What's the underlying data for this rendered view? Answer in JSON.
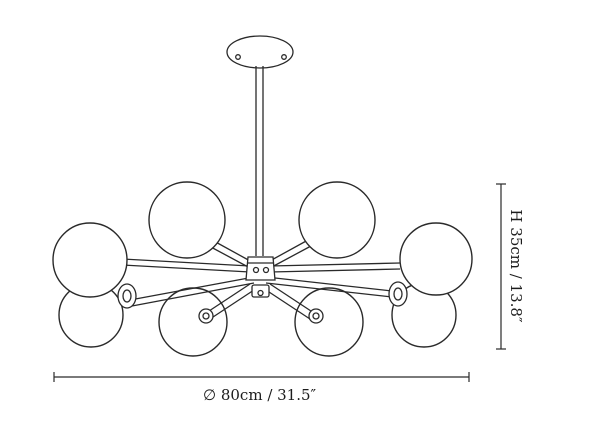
{
  "dimensions": {
    "width": "∅ 80cm / 31.5″",
    "height": "H 35cm / 13.8″"
  },
  "product": {
    "arm_count": 8,
    "globe_style": "opal glass sphere"
  }
}
